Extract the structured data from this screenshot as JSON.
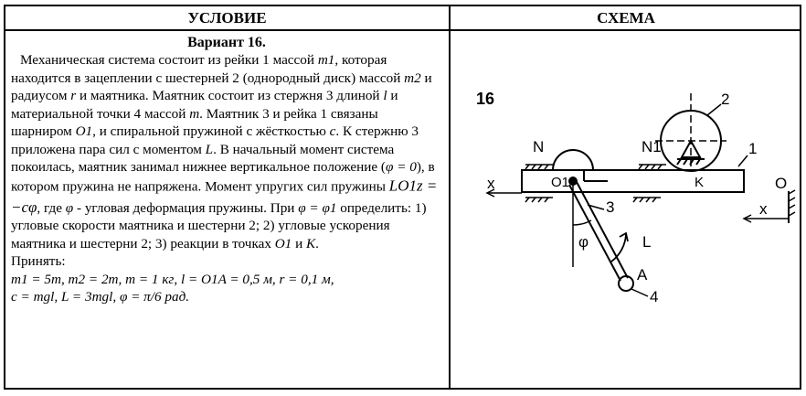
{
  "headers": {
    "condition": "УСЛОВИЕ",
    "scheme": "СХЕМА"
  },
  "condition": {
    "variant_title": "Вариант 16.",
    "t1": "Механическая система состоит из рейки 1 массой ",
    "t2": ", которая находится в зацеплении с шестерней 2 (однородный диск) массой ",
    "t3": " и радиусом ",
    "t4": " и маятника. Маятник состоит из стержня 3 длиной ",
    "t5": " и материальной точки 4 массой ",
    "t6": ". Маятник 3 и рейка 1 связаны шарниром ",
    "t7": ", и спиральной пружиной с жёсткостью ",
    "t8": ". К стержню 3 приложена пара сил с моментом ",
    "t9": ". В начальный момент система покоилась, маятник занимал нижнее вертикальное положение (",
    "t10": "), в котором пружина не напряжена. Момент упругих сил пружины ",
    "t11": ", где ",
    "t12": " - угловая деформация пружины. При ",
    "t13": " определить: 1) угловые скорости маятника и шестерни 2; 2) угловые ускорения маятника и шестерни 2; 3) реакции в точках ",
    "t14": " и ",
    "t15": ".",
    "m1": "m1",
    "m2": "m2",
    "r": "r",
    "l": "l",
    "m": "m",
    "O1": "O1",
    "c": "c",
    "L": "L",
    "phi0": "φ = 0",
    "spring_formula": "LO1z = −cφ",
    "phi": "φ",
    "phi_eq": "φ = φ1",
    "O1b": "O1",
    "K": "K",
    "accept": "Принять:",
    "given1": "m1 = 5m, m2 = 2m, m = 1 кг, l = O1A = 0,5 м, r = 0,1 м,",
    "given2": "c = mgl, L = 3mgl, φ = π/6 рад."
  },
  "scheme": {
    "variant_number": "16",
    "labels": {
      "n": "N",
      "n1": "N1",
      "one": "1",
      "two": "2",
      "three": "3",
      "four": "4",
      "o1": "O1",
      "k": "K",
      "x_left": "x",
      "x_right": "x",
      "o": "O",
      "phi": "φ",
      "L": "L",
      "A": "A"
    }
  }
}
